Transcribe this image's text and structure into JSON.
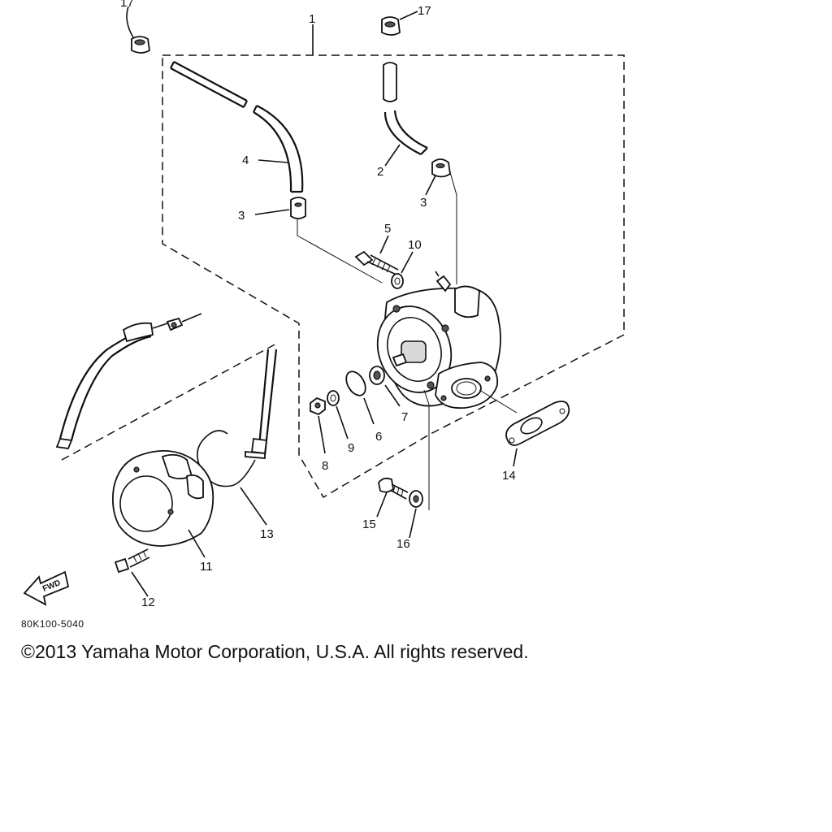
{
  "callouts": {
    "n1": "1",
    "n2": "2",
    "n3a": "3",
    "n3b": "3",
    "n4": "4",
    "n5": "5",
    "n6": "6",
    "n7": "7",
    "n8": "8",
    "n9": "9",
    "n10": "10",
    "n11": "11",
    "n12": "12",
    "n13": "13",
    "n14": "14",
    "n15": "15",
    "n16": "16",
    "n17a": "17",
    "n17b": "17"
  },
  "diagram_code": "80K100-5040",
  "fwd_label": "FWD",
  "copyright": "©2013 Yamaha Motor Corporation, U.S.A. All rights reserved."
}
